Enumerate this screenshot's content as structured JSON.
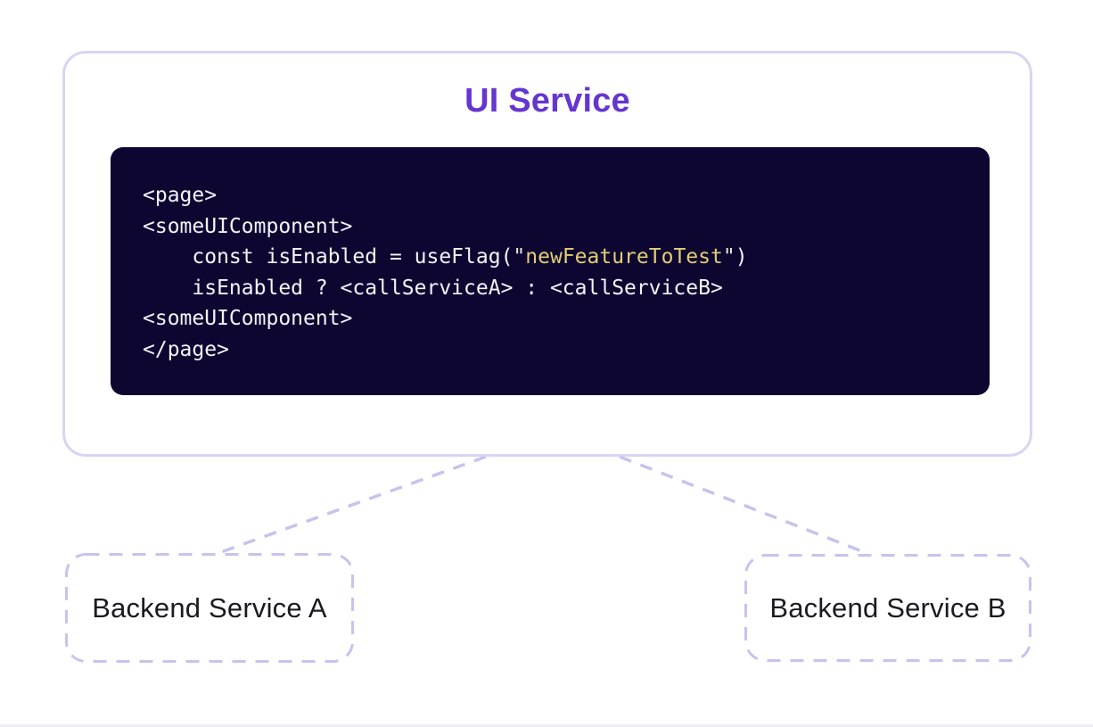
{
  "ui_service": {
    "title": "UI Service",
    "code_lines": {
      "line1": "<page>",
      "line2": "<someUIComponent>",
      "line3": {
        "pre": "    const isEnabled = useFlag(",
        "quote_open": "\"",
        "string": "newFeatureToTest",
        "quote_close": "\"",
        "post": ")"
      },
      "line4": "    isEnabled ? <callServiceA> : <callServiceB>",
      "line5": "<someUIComponent>",
      "line6": "</page>"
    }
  },
  "backend_services": {
    "service_a": {
      "label": "Backend Service A"
    },
    "service_b": {
      "label": "Backend Service B"
    }
  },
  "colors": {
    "title_purple": "#6536cf",
    "code_background": "#0c0631",
    "code_text": "#f4f3f8",
    "code_string_yellow": "#e3cd73",
    "code_quote_pale": "#eae6d2",
    "card_border_lavender": "#d9d4f3",
    "dashed_lavender": "#c7c3ee",
    "backend_text": "#1b1a20"
  }
}
